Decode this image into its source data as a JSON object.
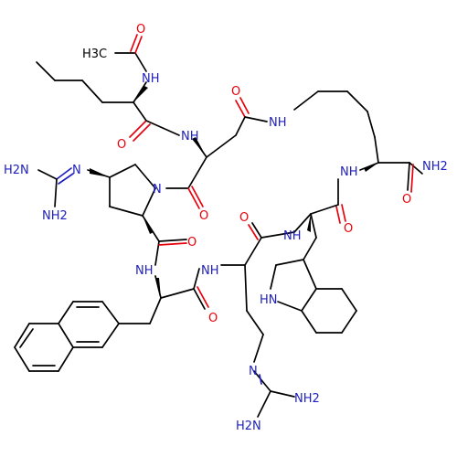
{
  "atoms": {
    "acetyl_o": "O",
    "acetyl_me": "H3C",
    "acetyl_nh": "NH",
    "nle_co_o": "O",
    "gln_nh": "NH",
    "gln_side_o": "O",
    "lys_side_nh": "NH",
    "guan1_eq_n": "N",
    "guan1_nh2_a": "H2N",
    "guan1_nh2_b": "NH2",
    "pro_n": "N",
    "gln_co_o": "O",
    "pro_co_o": "O",
    "amide_nh_a": "NH",
    "amide_nh_b": "NH",
    "arg_co_o": "O",
    "trp_nh": "NH",
    "trp_co_o": "O",
    "lys_nh": "NH",
    "lys_co_o": "O",
    "lys_nh2": "NH2",
    "indole_nh": "HN",
    "nal_co_o": "O",
    "guan2_eq_n": "N",
    "guan2_nh2_a": "NH2",
    "guan2_nh2_b": "H2N"
  },
  "colors": {
    "nitrogen": "#2020c0",
    "oxygen": "#e8000b",
    "carbon": "#000000",
    "background": "#ffffff"
  }
}
